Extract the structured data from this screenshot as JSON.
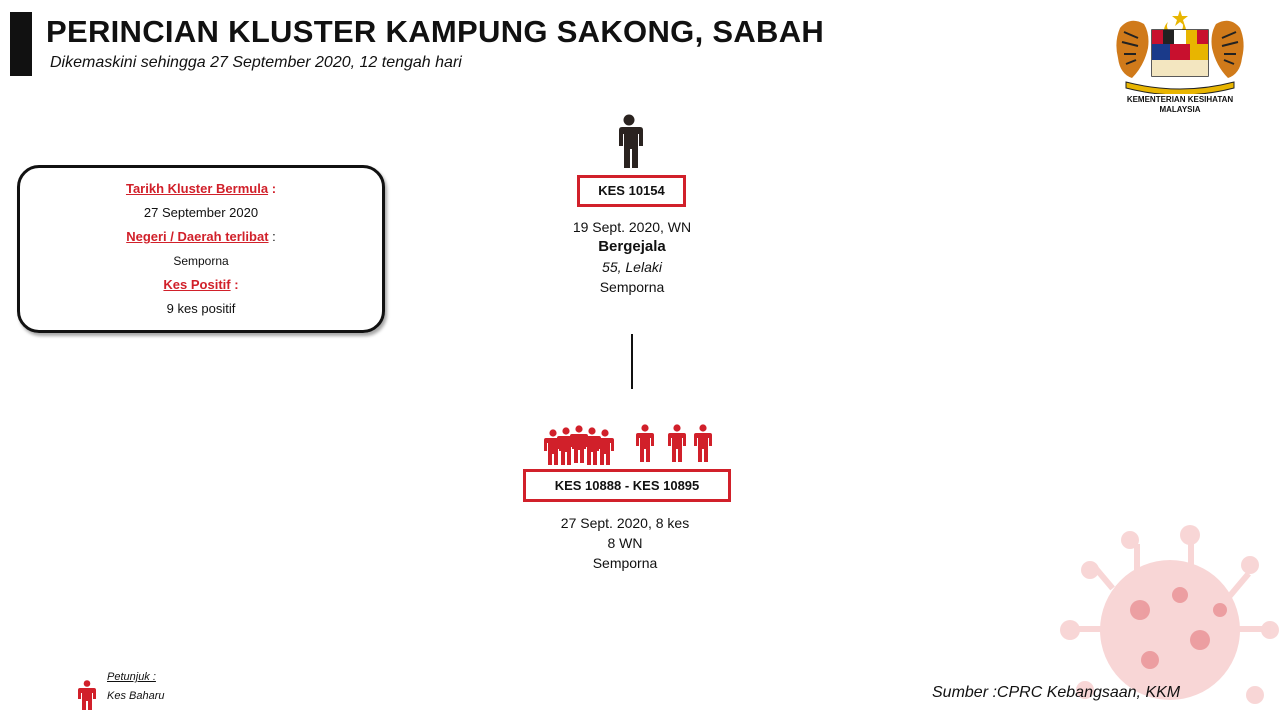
{
  "header": {
    "title": "PERINCIAN KLUSTER KAMPUNG SAKONG, SABAH",
    "subtitle": "Dikemaskini sehingga 27 September 2020, 12 tengah hari"
  },
  "logo": {
    "icon": "malaysia-coat-of-arms",
    "line1": "KEMENTERIAN KESIHATAN",
    "line2": "MALAYSIA"
  },
  "info_box": {
    "start_label": "Tarikh Kluster Bermula",
    "start_value": "27 September 2020",
    "state_label": "Negeri / Daerah terlibat",
    "state_value": "Semporna",
    "positive_label": "Kes Positif",
    "positive_value": "9 kes positif",
    "colon": ":"
  },
  "index_case": {
    "case_id": "KES 10154",
    "date": "19 Sept. 2020, WN",
    "status": "Bergejala",
    "age_gender": "55, Lelaki",
    "location": "Semporna"
  },
  "secondary_cases": {
    "case_range": "KES 10888 - KES 10895",
    "date_count": "27 Sept. 2020, 8 kes",
    "nationality": "8 WN",
    "location": "Semporna"
  },
  "legend": {
    "title": "Petunjuk :",
    "label": "Kes Baharu"
  },
  "source": "Sumber :CPRC Kebangsaan,  KKM",
  "colors": {
    "accent_red": "#d1202a",
    "index_person": "#2a2320",
    "text": "#111111"
  }
}
